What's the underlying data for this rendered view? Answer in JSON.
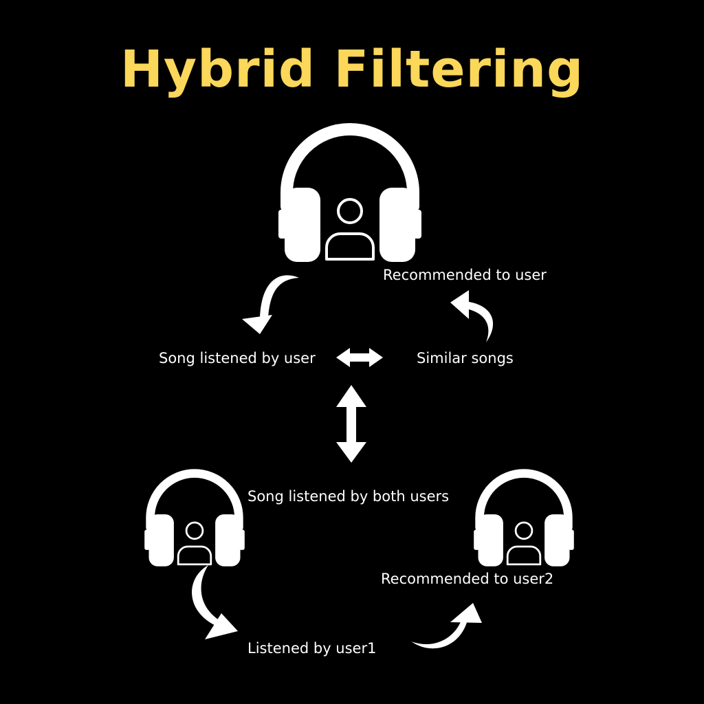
{
  "title": "Hybrid Filtering",
  "colors": {
    "background": "#000000",
    "title": "#fbd75a",
    "foreground": "#ffffff"
  },
  "icons": {
    "main_user": "headphones-user-icon",
    "user1": "headphones-user-icon",
    "user2": "headphones-user-icon"
  },
  "labels": {
    "recommended_to_user": "Recommended to user",
    "song_listened_by_user": "Song listened by user",
    "similar_songs": "Similar songs",
    "song_listened_by_both_users": "Song listened by both users",
    "recommended_to_user2": "Recommended to user2",
    "listened_by_user1": "Listened by user1"
  }
}
